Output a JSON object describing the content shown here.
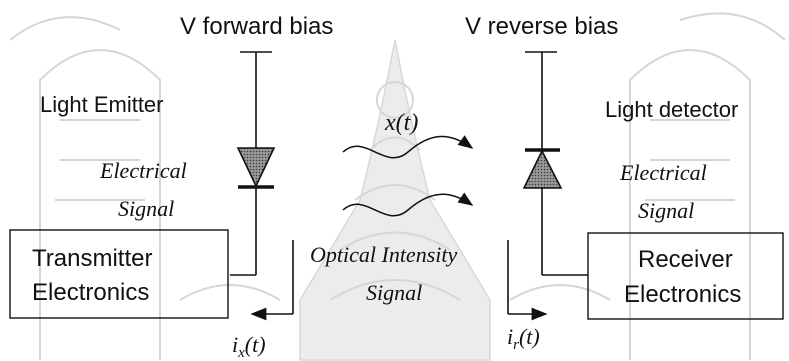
{
  "labels": {
    "v_forward": "V forward bias",
    "v_reverse": "V reverse bias",
    "light_emitter": "Light Emitter",
    "light_detector": "Light detector",
    "electrical_left_1": "Electrical",
    "electrical_left_2": "Signal",
    "electrical_right_1": "Electrical",
    "electrical_right_2": "Signal",
    "optical_1": "Optical Intensity",
    "optical_2": "Signal",
    "x_t": "x(t)",
    "ix_t": "i",
    "ix_sub": "x",
    "ix_arg": "(t)",
    "ir_t": "i",
    "ir_sub": "r",
    "ir_arg": "(t)"
  },
  "boxes": {
    "transmitter_1": "Transmitter",
    "transmitter_2": "Electronics",
    "receiver_1": "Receiver",
    "receiver_2": "Electronics"
  },
  "colors": {
    "ink": "#111111",
    "diode_fill": "#8a8a8a",
    "watermark": "#d6d6d6"
  },
  "icons": [
    "led-diode-icon",
    "photodiode-icon",
    "light-wave-icon",
    "watermark-emblem"
  ]
}
